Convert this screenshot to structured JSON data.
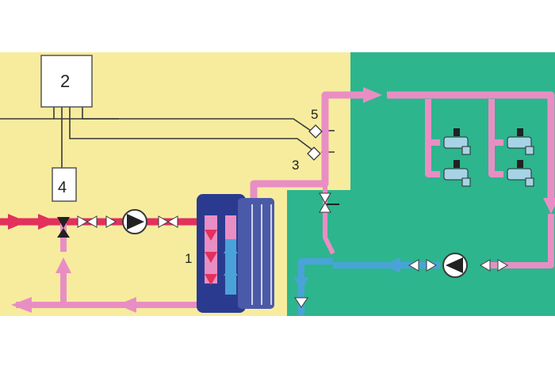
{
  "labels": {
    "controller": "2",
    "actuator": "4",
    "heat_exchanger": "1",
    "sensor_upper": "5",
    "sensor_lower": "3"
  },
  "colors": {
    "primary_zone": "#f7ec9e",
    "secondary_zone": "#2db58d",
    "pipe_hot": "#e98ec4",
    "pipe_supply": "#e2315c",
    "pipe_cold": "#4aa3d8",
    "exchanger": "#2a3b8f",
    "box_fill": "#ffffff",
    "line": "#3a3a3a"
  }
}
